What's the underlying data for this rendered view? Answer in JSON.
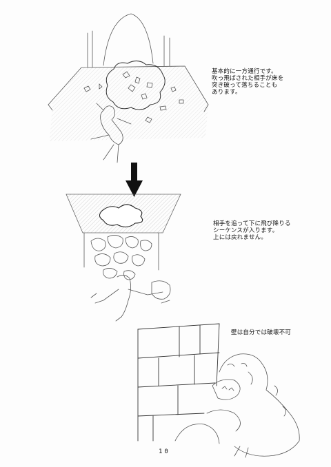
{
  "notes": {
    "panel1": "基本的に一方通行です。\n吹っ飛ばされた相手が床を\n突き破って落ちることも\nあります。",
    "panel2": "相手を追って下に飛び降りる\nシーケンスが入ります。\n上には戻れません。",
    "panel3": "壁は自分では破壊不可"
  },
  "page_number": "10",
  "colors": {
    "paper": "#fdfdfd",
    "ink": "#111111",
    "pencil": "#555555",
    "shade": "#c8c8c8"
  },
  "icons": {
    "transition": "arrow-down-icon"
  }
}
